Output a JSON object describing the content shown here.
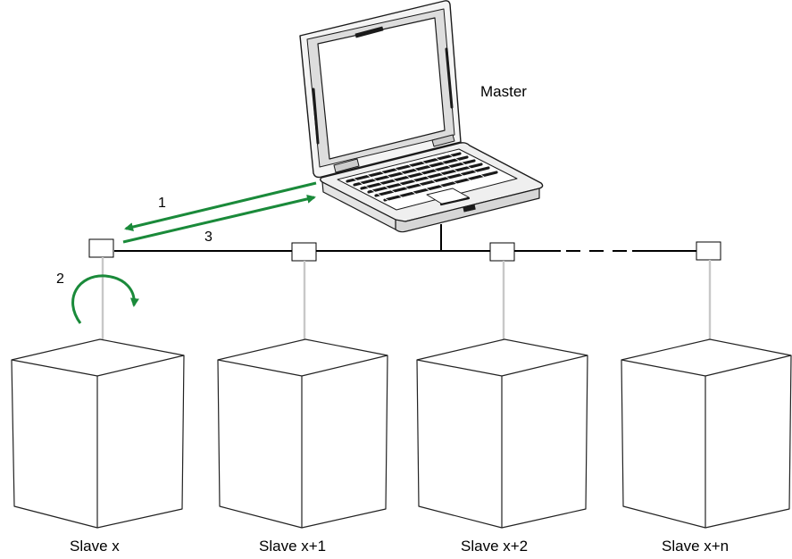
{
  "master": {
    "label": "Master",
    "icon": "laptop-icon"
  },
  "steps": [
    {
      "number": "1"
    },
    {
      "number": "2"
    },
    {
      "number": "3"
    }
  ],
  "slaves": [
    {
      "label": "Slave x"
    },
    {
      "label": "Slave x+1"
    },
    {
      "label": "Slave x+2"
    },
    {
      "label": "Slave x+n"
    }
  ],
  "colors": {
    "arrow": "#1a8a3a",
    "bus": "#000000",
    "drop_line": "#c8c8c8",
    "outline": "#222222"
  }
}
